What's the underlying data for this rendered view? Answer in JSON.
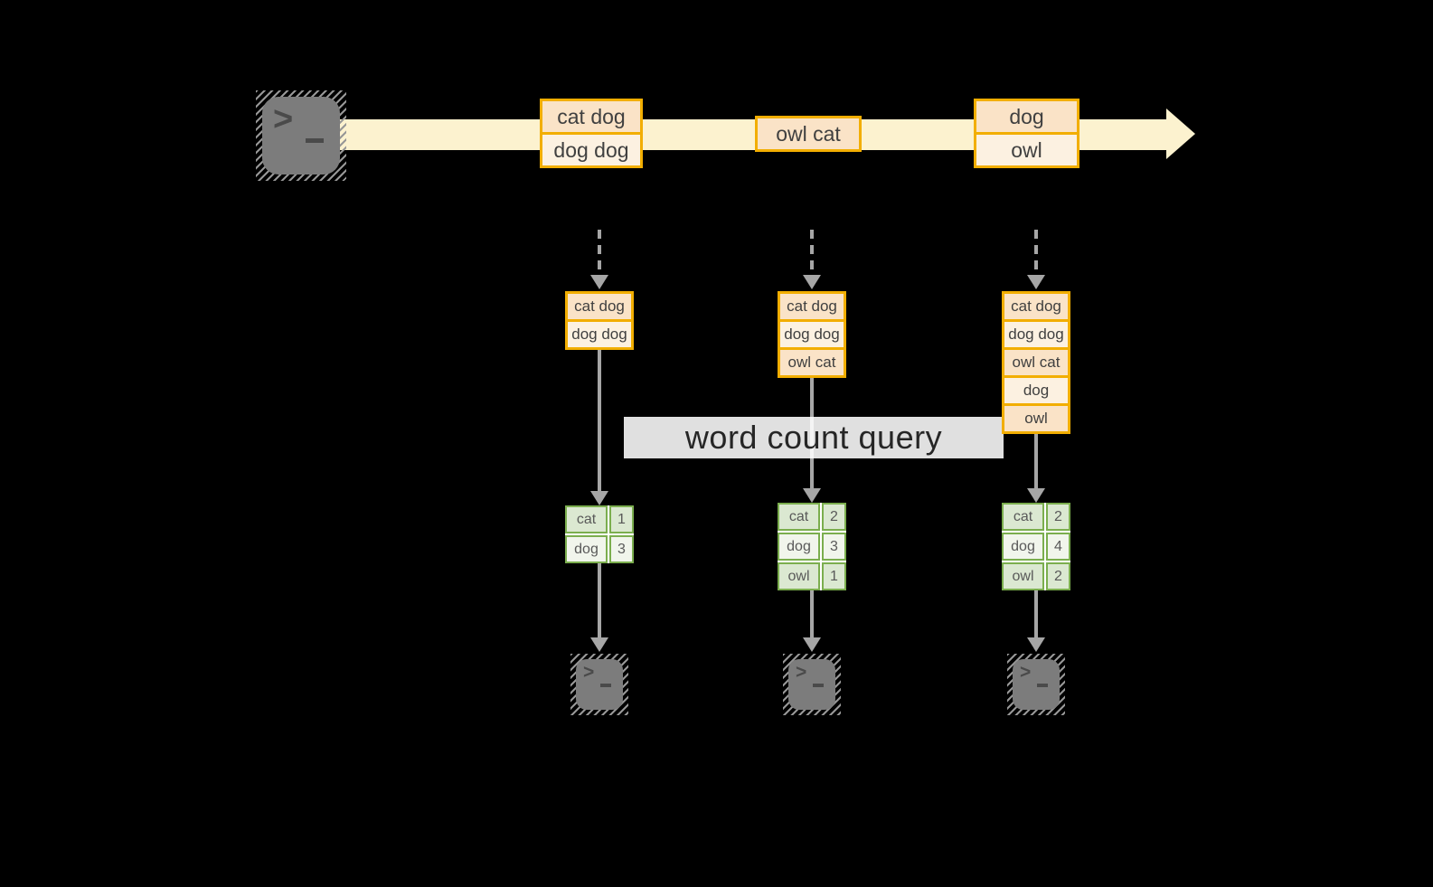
{
  "banner": {
    "label": "word count query"
  },
  "stream": {
    "groups": [
      {
        "boxes": [
          {
            "label": "cat dog"
          },
          {
            "label": "dog dog"
          }
        ]
      },
      {
        "boxes": [
          {
            "label": "owl cat"
          }
        ]
      },
      {
        "boxes": [
          {
            "label": "dog"
          },
          {
            "label": "owl"
          }
        ]
      }
    ]
  },
  "columns": [
    {
      "stack": [
        {
          "label": "cat dog"
        },
        {
          "label": "dog dog"
        }
      ],
      "table": {
        "rows": [
          {
            "word": "cat",
            "count": "1"
          },
          {
            "word": "dog",
            "count": "3"
          }
        ]
      }
    },
    {
      "stack": [
        {
          "label": "cat dog"
        },
        {
          "label": "dog dog"
        },
        {
          "label": "owl cat"
        }
      ],
      "table": {
        "rows": [
          {
            "word": "cat",
            "count": "2"
          },
          {
            "word": "dog",
            "count": "3"
          },
          {
            "word": "owl",
            "count": "1"
          }
        ]
      }
    },
    {
      "stack": [
        {
          "label": "cat dog"
        },
        {
          "label": "dog dog"
        },
        {
          "label": "owl cat"
        },
        {
          "label": "dog"
        },
        {
          "label": "owl"
        }
      ],
      "table": {
        "rows": [
          {
            "word": "cat",
            "count": "2"
          },
          {
            "word": "dog",
            "count": "4"
          },
          {
            "word": "owl",
            "count": "2"
          }
        ]
      }
    }
  ],
  "icons": {
    "source": "terminal-icon",
    "consumers": [
      "terminal-icon",
      "terminal-icon",
      "terminal-icon"
    ]
  },
  "colors": {
    "stream_band": "#FCF2CF",
    "box_border": "#F2AE00",
    "box_fill_a": "#FAE3C7",
    "box_fill_b": "#FCF1E1",
    "table_border": "#7BAE4E",
    "table_fill_a": "#DBE8D1",
    "table_fill_b": "#F1F5EC",
    "arrow_gray": "#A6A6A6",
    "terminal_gray": "#7C7C7C"
  }
}
